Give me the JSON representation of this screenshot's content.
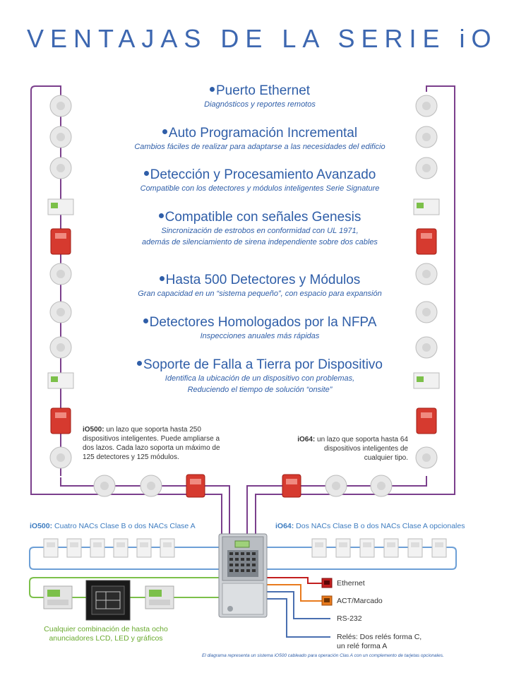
{
  "title": "VENTAJAS DE LA SERIE iO",
  "features": [
    {
      "heading": "Puerto Ethernet",
      "sub": [
        "Diagnósticos y reportes remotos"
      ]
    },
    {
      "heading": "Auto Programación Incremental",
      "sub": [
        "Cambios fáciles de realizar para adaptarse a las necesidades del edificio"
      ]
    },
    {
      "heading": "Detección y Procesamiento Avanzado",
      "sub": [
        "Compatible con los detectores y módulos inteligentes Serie Signature"
      ]
    },
    {
      "heading": "Compatible con señales Genesis",
      "sub": [
        "Sincronización de estrobos en conformidad con UL 1971,",
        "además de silenciamiento de sirena independiente sobre dos cables"
      ]
    },
    {
      "heading": "Hasta 500 Detectores y Módulos",
      "sub": [
        "Gran capacidad en un “sistema pequeño”, con espacio para expansión"
      ]
    },
    {
      "heading": "Detectores Homologados por la NFPA",
      "sub": [
        "Inspecciones anuales más rápidas"
      ]
    },
    {
      "heading": "Soporte de Falla a Tierra por Dispositivo",
      "sub": [
        "Identifica la ubicación de un dispositivo con problemas,",
        "Reduciendo el tiempo de solución “onsite”"
      ]
    }
  ],
  "notes": {
    "io500_bold": "iO500:",
    "io500_text": " un lazo que soporta hasta 250 dispositivos inteligentes. Puede ampliarse a dos lazos. Cada lazo soporta un máximo de 125 detectores y 125 módulos.",
    "io64_bold": "iO64:",
    "io64_text": " un lazo que soporta hasta 64 dispositivos inteligentes de cualquier tipo."
  },
  "nac": {
    "left_bold": "iO500:",
    "left_text": " Cuatro NACs Clase B o dos NACs Clase A",
    "right_bold": "iO64:",
    "right_text": " Dos NACs Clase B o dos NACs Clase A opcionales"
  },
  "annunciators": "Cualquier combinación de hasta ocho anunciadores LCD, LED y gráficos",
  "outputs": {
    "ethernet": "Ethernet",
    "act": "ACT/Marcado",
    "rs232": "RS-232",
    "relays_1": "Relés: Dos relés forma C,",
    "relays_2": "un relé forma A"
  },
  "footnote": "El diagrama representa un sistema iO500 cableado para operación Clas A con un complemento de tarjetas opcionales.",
  "colors": {
    "title_blue": "#3d67b0",
    "loop_purple": "#7b3f8c",
    "nac_blue": "#6c9fd6",
    "annunciator_green": "#7cc04a",
    "ethernet_red": "#c21f1f",
    "act_orange": "#e87a1d",
    "rs232_blue": "#4a6fb0"
  }
}
